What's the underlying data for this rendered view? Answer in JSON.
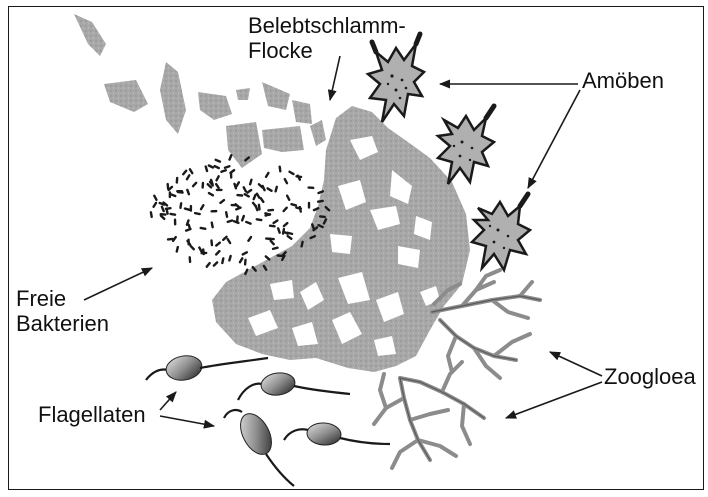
{
  "labels": {
    "floc_line1": "Belebtschlamm-",
    "floc_line2": "Flocke",
    "amoeba": "Amöben",
    "bacteria_line1": "Freie",
    "bacteria_line2": "Bakterien",
    "zoogloea": "Zoogloea",
    "flagellates": "Flagellaten"
  },
  "colors": {
    "floc": "#a6a6a6",
    "bacteria": "#1a1a1a",
    "amoeba_fill": "#b0b0b0",
    "zoogloea": "#8c8c8c",
    "flagellate_dark": "#2b2b2b",
    "flagellate_light": "#d9d9d9",
    "line": "#1a1a1a"
  },
  "icons": {
    "amoeba": "amoeba-icon",
    "flagellate": "flagellate-icon",
    "bacterium": "bacterium-icon",
    "zoogloea": "zoogloea-colony-icon"
  }
}
